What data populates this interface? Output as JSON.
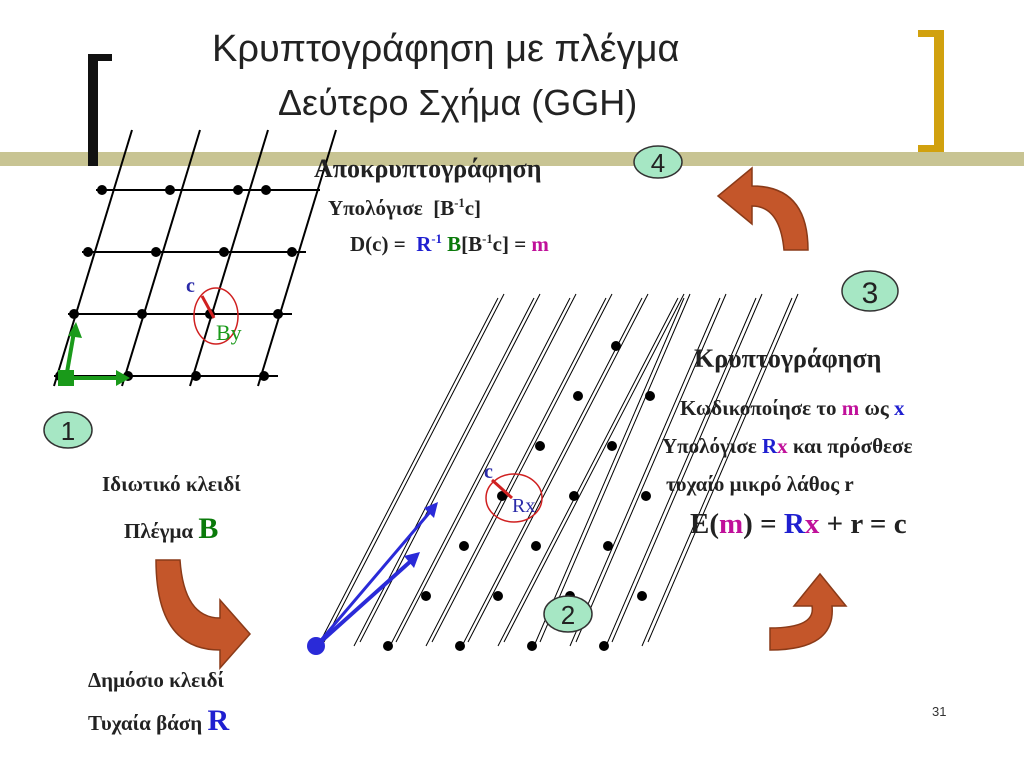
{
  "title": {
    "line1": "Κρυπτογράφηση με πλέγμα",
    "line2": "Δεύτερο Σχήμα (GGH)"
  },
  "decryption": {
    "heading": "Αποκρυπτογράφηση",
    "compute_label": "Υπολόγισε",
    "compute_formula_open": "[B",
    "compute_formula_sup": "-1",
    "compute_formula_close": "c]",
    "formula_lhs": "D(c) =",
    "formula_r": "R",
    "formula_r_sup": "-1",
    "formula_b": "B",
    "formula_bracket_open": "[B",
    "formula_bracket_sup": "-1",
    "formula_bracket_close": "c] =",
    "formula_m": "m"
  },
  "encryption": {
    "heading": "Κρυπτογράφηση",
    "encode_label": "Κωδικοποίησε το",
    "encode_m": "m",
    "encode_as": "ως",
    "encode_x": "x",
    "compute_label": "Υπολόγισε",
    "compute_r": "R",
    "compute_x": "x",
    "compute_add": "και πρόσθεσε",
    "error_line": "τυχαίο μικρό λάθος r",
    "formula_e": "E(",
    "formula_m": "m",
    "formula_eq": ") =",
    "formula_r": "R",
    "formula_x": "x",
    "formula_rest": "+ r = c"
  },
  "private_key": {
    "label": "Ιδιωτικό κλειδί",
    "lattice_label": "Πλέγμα",
    "lattice_symbol": "B"
  },
  "public_key": {
    "label": "Δημόσιο κλειδί",
    "basis_label": "Τυχαία βάση",
    "basis_symbol": "R"
  },
  "steps": [
    "1",
    "2",
    "3",
    "4"
  ],
  "diagram_labels": {
    "left_c": "c",
    "left_by": "By",
    "right_c": "c",
    "right_rx": "Rx"
  },
  "slide_number": "31",
  "colors": {
    "accent_bar": "#c8c493",
    "bracket_gold": "#d1a10e",
    "arrow": "#c4562a",
    "badge_fill": "#a6e7c4",
    "blue": "#1f1fd0",
    "green": "#0a7a0a",
    "magenta": "#c0109a"
  }
}
